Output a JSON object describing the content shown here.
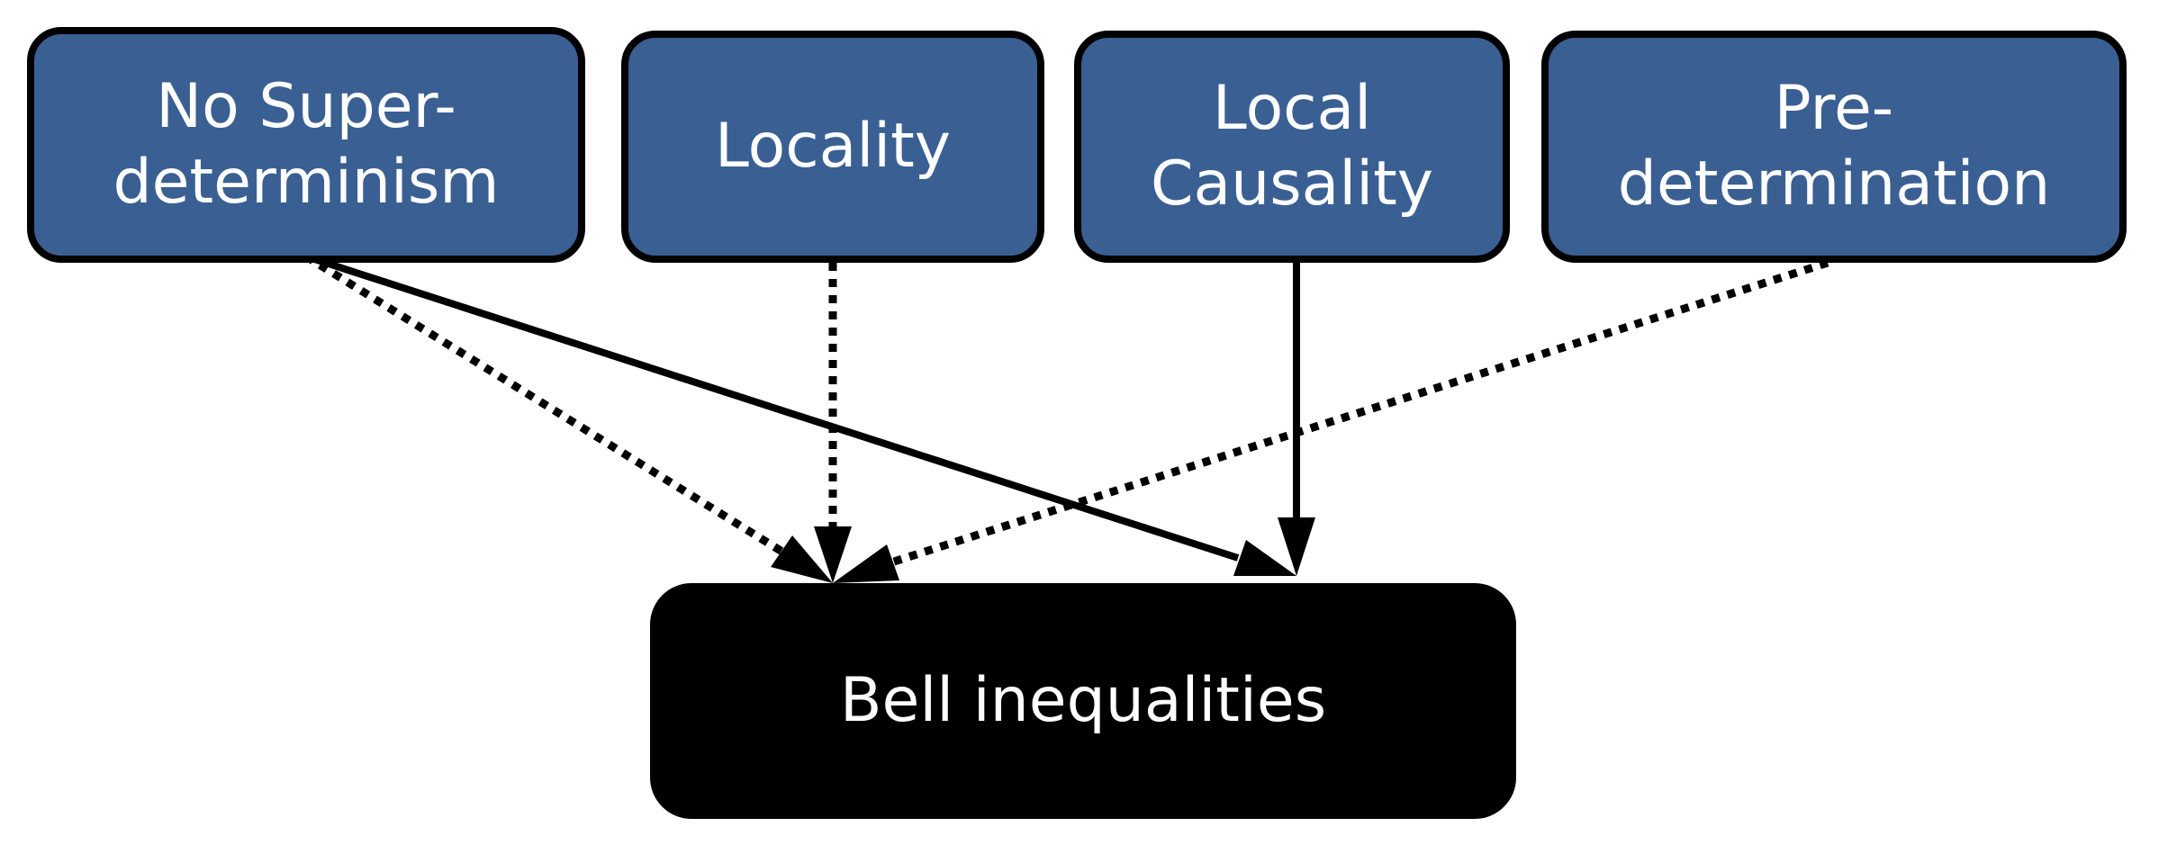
{
  "nodes": {
    "no_superdeterminism": {
      "line1": "No Super-",
      "line2": "determinism"
    },
    "locality": {
      "line1": "Locality"
    },
    "local_causality": {
      "line1": "Local",
      "line2": "Causality"
    },
    "predetermination": {
      "line1": "Pre-",
      "line2": "determination"
    },
    "bell_inequalities": {
      "line1": "Bell inequalities"
    }
  },
  "colors": {
    "box_fill": "#3a5f93",
    "box_border": "#000000",
    "target_fill": "#000000",
    "text": "#ffffff",
    "arrow": "#000000"
  },
  "edges": [
    {
      "from": "no_superdeterminism",
      "to": "bell_inequalities",
      "style": "dotted"
    },
    {
      "from": "no_superdeterminism",
      "to": "bell_inequalities",
      "style": "solid"
    },
    {
      "from": "locality",
      "to": "bell_inequalities",
      "style": "dotted"
    },
    {
      "from": "local_causality",
      "to": "bell_inequalities",
      "style": "solid"
    },
    {
      "from": "predetermination",
      "to": "bell_inequalities",
      "style": "dotted"
    }
  ]
}
